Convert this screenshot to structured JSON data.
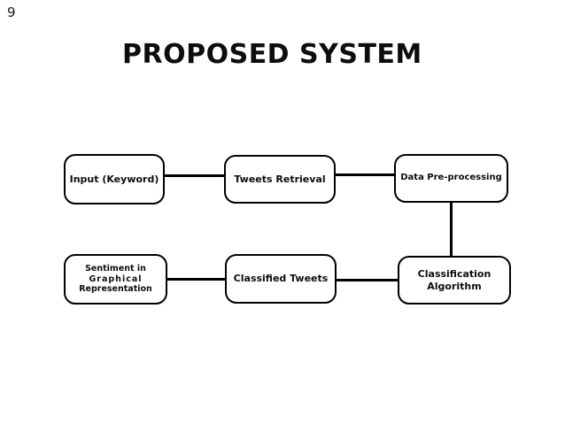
{
  "slide": {
    "number": "9",
    "title": "PROPOSED SYSTEM"
  },
  "diagram": {
    "type": "flowchart",
    "boxes": [
      {
        "id": "input-keyword",
        "label": "Input (Keyword)",
        "lines": [
          "Input (Keyword)"
        ]
      },
      {
        "id": "tweets-retrieval",
        "label": "Tweets Retrieval",
        "lines": [
          "Tweets Retrieval"
        ]
      },
      {
        "id": "data-pre-processing",
        "label": "Data Pre-processing",
        "lines": [
          "Data Pre-processing"
        ]
      },
      {
        "id": "sentiment-graphical-representation",
        "label": "Sentiment in Graphical Representation",
        "lines": [
          "Sentiment in",
          "Graphical",
          "Representation"
        ]
      },
      {
        "id": "classified-tweets",
        "label": "Classified Tweets",
        "lines": [
          "Classified Tweets"
        ]
      },
      {
        "id": "classification-algorithm",
        "label": "Classification Algorithm",
        "lines": [
          "Classification",
          "Algorithm"
        ]
      }
    ],
    "connections": [
      {
        "from": "input-keyword",
        "to": "tweets-retrieval",
        "orientation": "horizontal"
      },
      {
        "from": "tweets-retrieval",
        "to": "data-pre-processing",
        "orientation": "horizontal"
      },
      {
        "from": "data-pre-processing",
        "to": "classification-algorithm",
        "orientation": "vertical"
      },
      {
        "from": "classification-algorithm",
        "to": "classified-tweets",
        "orientation": "horizontal"
      },
      {
        "from": "classified-tweets",
        "to": "sentiment-graphical-representation",
        "orientation": "horizontal"
      }
    ]
  },
  "colors": {
    "background": "#ffffff",
    "box_fill": "#ffffff",
    "box_border": "#000000",
    "text": "#0d0d0d",
    "connector": "#000000"
  }
}
